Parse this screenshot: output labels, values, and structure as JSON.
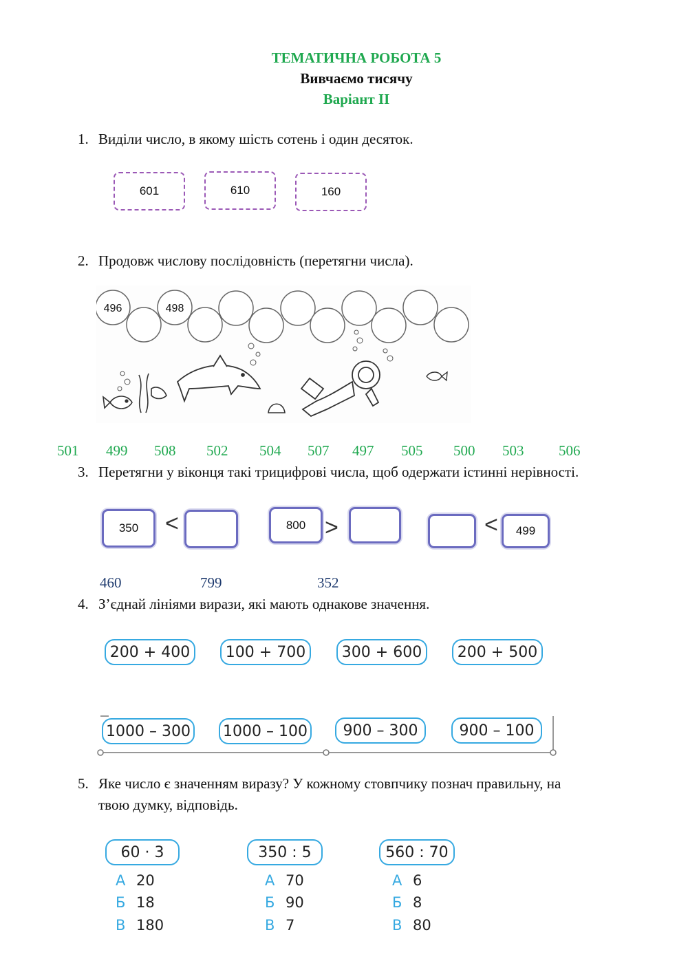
{
  "header": {
    "title": "ТЕМАТИЧНА РОБОТА 5",
    "subtitle": "Вивчаємо тисячу",
    "variant": "Варіант ІІ"
  },
  "task1": {
    "number": "1.",
    "text": "Виділи число, в якому шість сотень і один десяток.",
    "options": [
      "601",
      "610",
      "160"
    ]
  },
  "task2": {
    "number": "2.",
    "text": "Продовж числову послідовність (перетягни числа).",
    "given": [
      "496",
      "498"
    ],
    "draggables": [
      "501",
      "499",
      "508",
      "502",
      "504",
      "507",
      "497",
      "505",
      "500",
      "503",
      "506"
    ]
  },
  "task3": {
    "number": "3.",
    "text": "Перетягни  у віконця такі трицифрові числа, щоб одержати істинні нерівності.",
    "pair1": {
      "left": "350",
      "sign": "<",
      "right": ""
    },
    "pair2": {
      "left": "800",
      "sign": ">",
      "right": ""
    },
    "pair3": {
      "left": "",
      "sign": "<",
      "right": "499"
    },
    "draggables": [
      "460",
      "799",
      "352"
    ]
  },
  "task4": {
    "number": "4.",
    "text": "З’єднай лініями вирази, які мають однакове значення.",
    "top": [
      "200 + 400",
      "100 + 700",
      "300 + 600",
      "200 + 500"
    ],
    "bottom": [
      "1000 – 300",
      "1000 – 100",
      "900 – 300",
      "900 – 100"
    ]
  },
  "task5": {
    "number": "5.",
    "text_line1": "Яке число є значенням виразу? У кожному стовпчику познач правильну, на",
    "text_line2": "твою думку, відповідь.",
    "columns": [
      {
        "expr": "60 · 3",
        "options": [
          {
            "letter": "А",
            "value": "20"
          },
          {
            "letter": "Б",
            "value": "18"
          },
          {
            "letter": "В",
            "value": "180"
          }
        ]
      },
      {
        "expr": "350 : 5",
        "options": [
          {
            "letter": "А",
            "value": "70"
          },
          {
            "letter": "Б",
            "value": "90"
          },
          {
            "letter": "В",
            "value": "7"
          }
        ]
      },
      {
        "expr": "560 : 70",
        "options": [
          {
            "letter": "А",
            "value": "6"
          },
          {
            "letter": "Б",
            "value": "8"
          },
          {
            "letter": "В",
            "value": "80"
          }
        ]
      }
    ]
  },
  "colors": {
    "green": "#1fa84f",
    "purple_dash": "#9b59b6",
    "blue": "#36a9e1",
    "indigo": "#6b6bc0",
    "navy": "#1e3a6e"
  }
}
